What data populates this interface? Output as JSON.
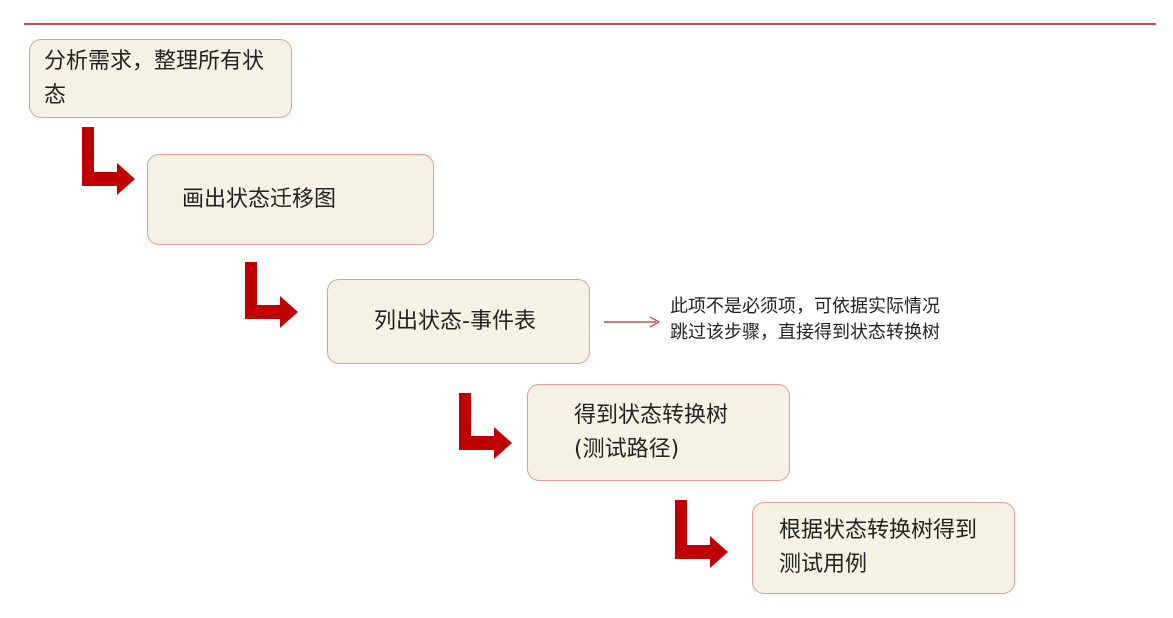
{
  "steps": [
    {
      "text": "分析需求，整理所有状态"
    },
    {
      "text": "画出状态迁移图"
    },
    {
      "text": "列出状态-事件表"
    },
    {
      "text": "得到状态转换树(测试路径)"
    },
    {
      "text": "根据状态转换树得到测试用例"
    }
  ],
  "note": {
    "line1": "此项不是必须项，可依据实际情况",
    "line2": "跳过该步骤，直接得到状态转换树"
  },
  "colors": {
    "arrow": "#c00000",
    "box_fill": "#f5f2e3",
    "box_border": "#e39a98",
    "rule": "#c0504d"
  }
}
